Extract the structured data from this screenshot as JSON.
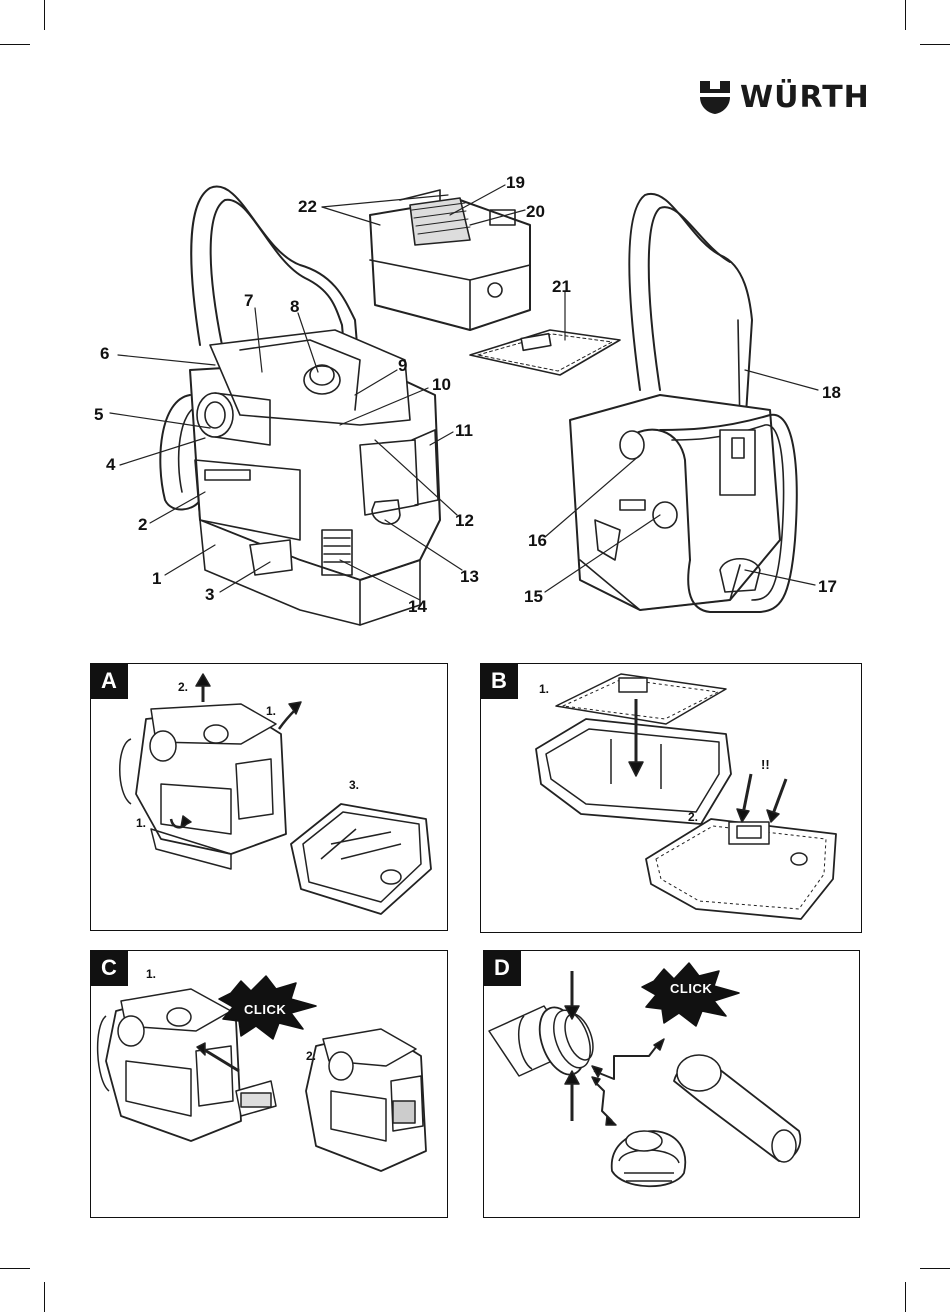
{
  "brand": {
    "name": "WÜRTH",
    "logo_icon": "wurth-shield-icon"
  },
  "callouts": [
    "1",
    "2",
    "3",
    "4",
    "5",
    "6",
    "7",
    "8",
    "9",
    "10",
    "11",
    "12",
    "13",
    "14",
    "15",
    "16",
    "17",
    "18",
    "19",
    "20",
    "21",
    "22"
  ],
  "panels": {
    "a": {
      "tag": "A",
      "steps": [
        "2.",
        "1.",
        "1.",
        "3."
      ]
    },
    "b": {
      "tag": "B",
      "steps": [
        "1.",
        "2."
      ],
      "warning": "!!"
    },
    "c": {
      "tag": "C",
      "steps": [
        "1.",
        "2."
      ],
      "click": "CLICK"
    },
    "d": {
      "tag": "D",
      "click": "CLICK"
    }
  }
}
